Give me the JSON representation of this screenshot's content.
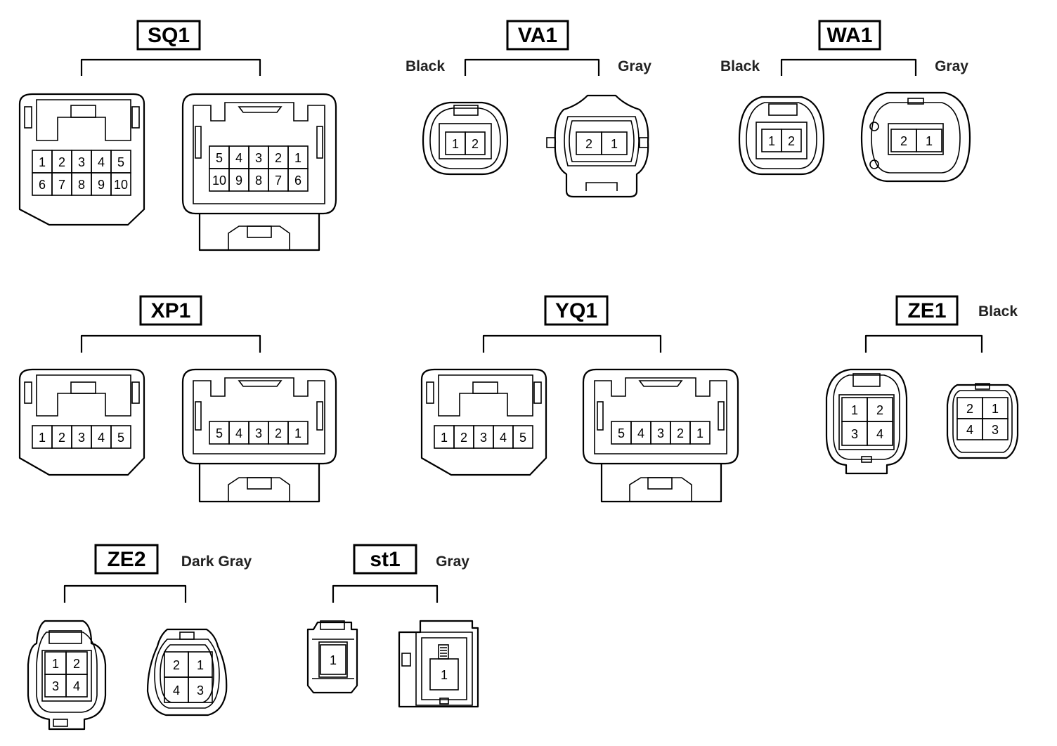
{
  "connectors": {
    "SQ1": {
      "title": "SQ1",
      "left_pins": [
        "1",
        "2",
        "3",
        "4",
        "5",
        "6",
        "7",
        "8",
        "9",
        "10"
      ],
      "right_pins": [
        "5",
        "4",
        "3",
        "2",
        "1",
        "10",
        "9",
        "8",
        "7",
        "6"
      ]
    },
    "VA1": {
      "title": "VA1",
      "left_color": "Black",
      "right_color": "Gray",
      "left_pins": [
        "1",
        "2"
      ],
      "right_pins": [
        "2",
        "1"
      ]
    },
    "WA1": {
      "title": "WA1",
      "left_color": "Black",
      "right_color": "Gray",
      "left_pins": [
        "1",
        "2"
      ],
      "right_pins": [
        "2",
        "1"
      ]
    },
    "XP1": {
      "title": "XP1",
      "left_pins": [
        "1",
        "2",
        "3",
        "4",
        "5"
      ],
      "right_pins": [
        "5",
        "4",
        "3",
        "2",
        "1"
      ]
    },
    "YQ1": {
      "title": "YQ1",
      "left_pins": [
        "1",
        "2",
        "3",
        "4",
        "5"
      ],
      "right_pins": [
        "5",
        "4",
        "3",
        "2",
        "1"
      ]
    },
    "ZE1": {
      "title": "ZE1",
      "color": "Black",
      "left_pins": [
        "1",
        "2",
        "3",
        "4"
      ],
      "right_pins": [
        "2",
        "1",
        "4",
        "3"
      ]
    },
    "ZE2": {
      "title": "ZE2",
      "color": "Dark Gray",
      "left_pins": [
        "1",
        "2",
        "3",
        "4"
      ],
      "right_pins": [
        "2",
        "1",
        "4",
        "3"
      ]
    },
    "st1": {
      "title": "st1",
      "color": "Gray",
      "left_pins": [
        "1"
      ],
      "right_pins": [
        "1"
      ]
    }
  }
}
